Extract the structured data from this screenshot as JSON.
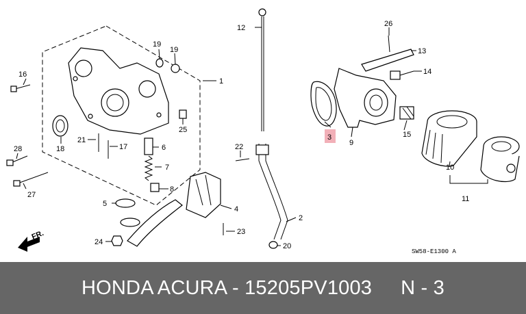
{
  "diagram": {
    "callouts": [
      "1",
      "2",
      "3",
      "4",
      "5",
      "6",
      "7",
      "8",
      "9",
      "10",
      "11",
      "12",
      "13",
      "14",
      "15",
      "16",
      "17",
      "18",
      "19",
      "19",
      "20",
      "21",
      "22",
      "23",
      "24",
      "25",
      "26",
      "27",
      "28"
    ],
    "highlighted_callout": "3",
    "highlight_color": "#f2b0b8",
    "drawing_code": "SW58-E1300 A",
    "direction_label": "FR."
  },
  "banner": {
    "title": "HONDA ACURA - 15205PV1003",
    "position": "N - 3",
    "background": "#666666"
  }
}
